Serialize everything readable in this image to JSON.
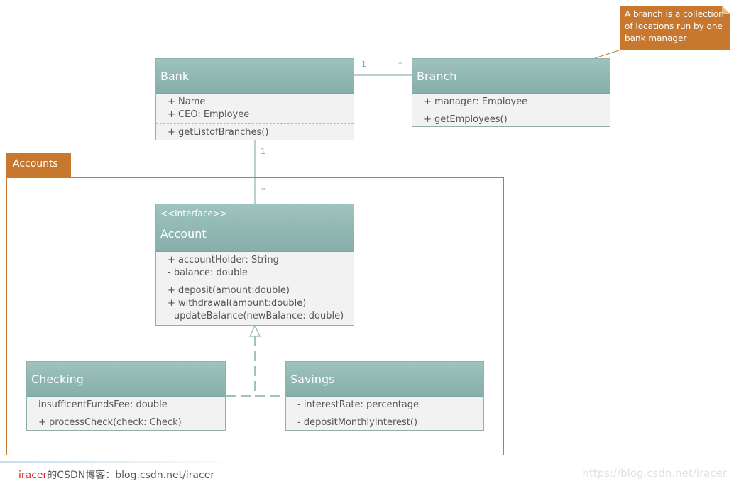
{
  "note": {
    "text": "A branch is a collection of locations run by one bank manager"
  },
  "package": {
    "label": "Accounts"
  },
  "classes": {
    "bank": {
      "name": "Bank",
      "attributes": [
        "+ Name",
        "+ CEO: Employee"
      ],
      "operations": [
        "+ getListofBranches()"
      ]
    },
    "branch": {
      "name": "Branch",
      "attributes": [
        "+ manager: Employee"
      ],
      "operations": [
        "+ getEmployees()"
      ]
    },
    "account": {
      "stereotype": "<<Interface>>",
      "name": "Account",
      "attributes": [
        "+ accountHolder: String",
        "- balance: double"
      ],
      "operations": [
        "+ deposit(amount:double)",
        "+ withdrawal(amount:double)",
        "- updateBalance(newBalance: double)"
      ]
    },
    "checking": {
      "name": "Checking",
      "attributes": [
        "insufficentFundsFee: double"
      ],
      "operations": [
        "+ processCheck(check: Check)"
      ]
    },
    "savings": {
      "name": "Savings",
      "attributes": [
        "- interestRate: percentage"
      ],
      "operations": [
        "- depositMonthlyInterest()"
      ]
    }
  },
  "multiplicities": {
    "bank_branch_bank": "1",
    "bank_branch_branch": "*",
    "bank_account_bank": "1",
    "bank_account_account": "*"
  },
  "footer": {
    "author": "iracer",
    "rest": "的CSDN博客：blog.csdn.net/iracer",
    "watermark": "https://blog.csdn.net/iracer"
  },
  "colors": {
    "class_header": "#8fb5b1",
    "class_body": "#f2f2f2",
    "package": "#c8782e",
    "connector": "#9fc3bf"
  }
}
